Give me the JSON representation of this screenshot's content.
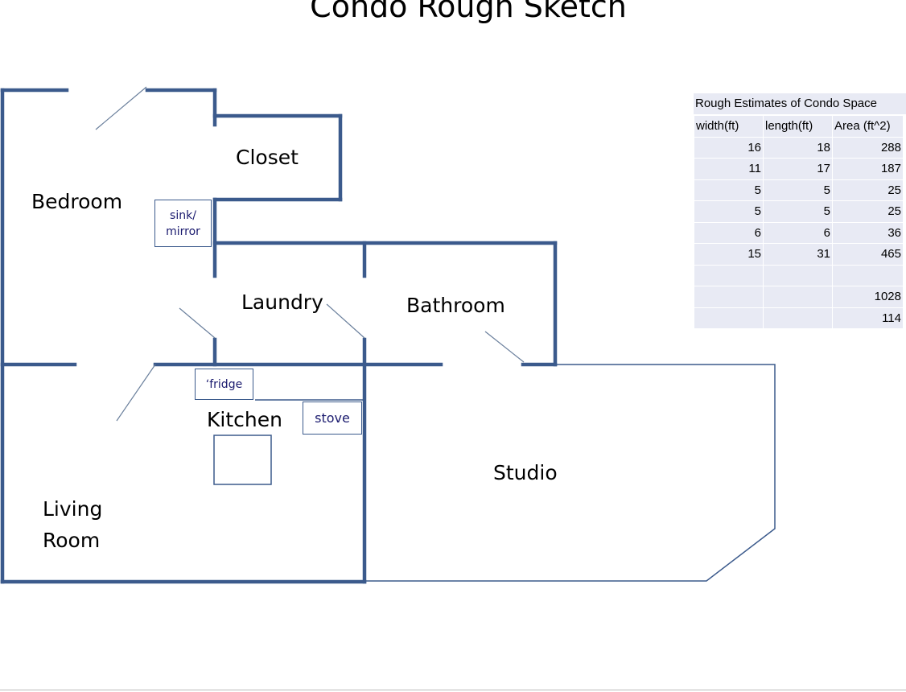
{
  "title": "Condo Rough Sketch",
  "rooms": {
    "closet": "Closet",
    "bedroom": "Bedroom",
    "laundry": "Laundry",
    "bathroom": "Bathroom",
    "kitchen": "Kitchen",
    "studio": "Studio",
    "living_room_1": "Living",
    "living_room_2": "Room"
  },
  "fixtures": {
    "sink_1": "sink/",
    "sink_2": "mirror",
    "fridge": "‘fridge",
    "stove": "stove"
  },
  "colors": {
    "wall": "#3b5a8c",
    "table_bg": "#e8eaf4"
  },
  "table": {
    "caption": "Rough Estimates of Condo Space",
    "headers": [
      "width(ft)",
      "length(ft)",
      "Area (ft^2)"
    ],
    "rows": [
      [
        "16",
        "18",
        "288"
      ],
      [
        "11",
        "17",
        "187"
      ],
      [
        "5",
        "5",
        "25"
      ],
      [
        "5",
        "5",
        "25"
      ],
      [
        "6",
        "6",
        "36"
      ],
      [
        "15",
        "31",
        "465"
      ],
      [
        "",
        "",
        ""
      ],
      [
        "",
        "",
        "1028"
      ],
      [
        "",
        "",
        "114"
      ]
    ]
  }
}
